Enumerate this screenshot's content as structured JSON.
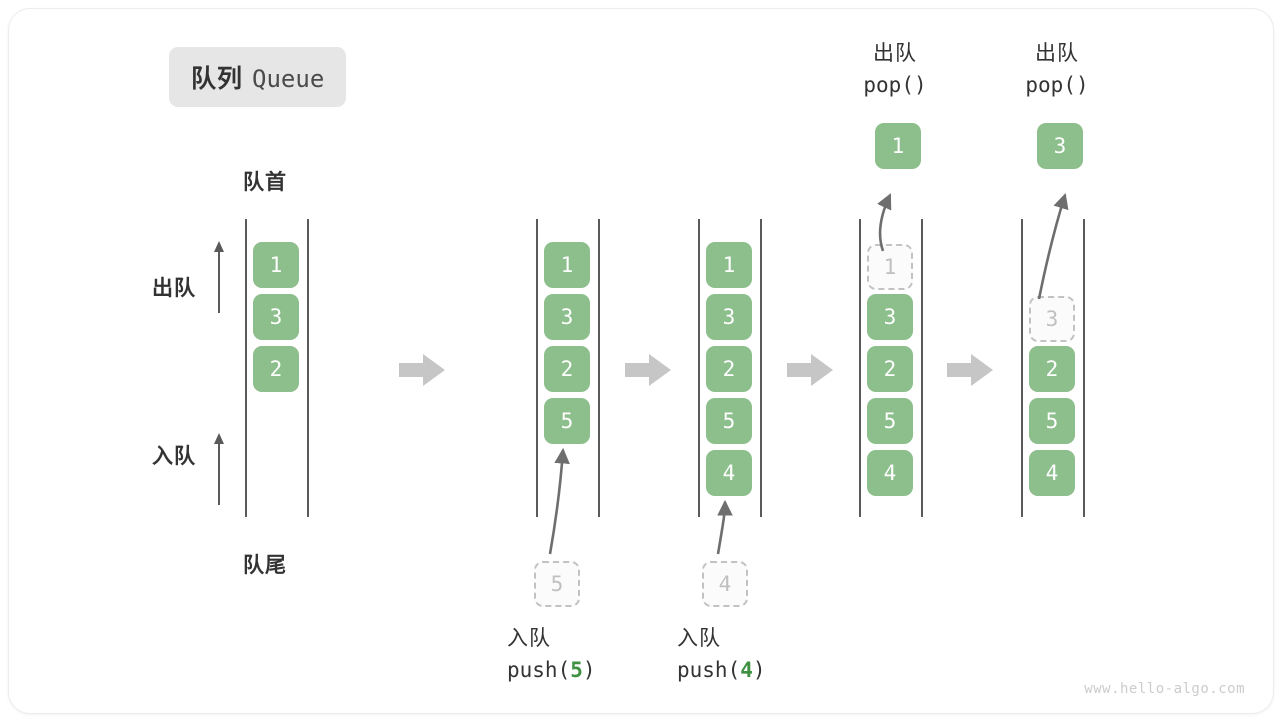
{
  "title": {
    "cn": "队列",
    "en": "Queue"
  },
  "labels": {
    "front": "队首",
    "rear": "队尾",
    "dequeue": "出队",
    "enqueue": "入队"
  },
  "watermark": "www.hello-algo.com",
  "colors": {
    "cell_fill": "#8cbf8c",
    "cell_text": "#ffffff",
    "ghost_border": "#c2c2c2",
    "ghost_text": "#c0c0c0",
    "rail": "#5a5a5a",
    "transition_arrow": "#c6c6c6",
    "badge_bg": "#e6e6e6",
    "accent_green": "#3f9142",
    "text": "#333333"
  },
  "columns": [
    {
      "name": "initial",
      "cells": [
        {
          "value": "1",
          "state": "filled"
        },
        {
          "value": "3",
          "state": "filled"
        },
        {
          "value": "2",
          "state": "filled"
        }
      ]
    },
    {
      "name": "after-push-5",
      "cells": [
        {
          "value": "1",
          "state": "filled"
        },
        {
          "value": "3",
          "state": "filled"
        },
        {
          "value": "2",
          "state": "filled"
        },
        {
          "value": "5",
          "state": "filled"
        }
      ]
    },
    {
      "name": "after-push-4",
      "cells": [
        {
          "value": "1",
          "state": "filled"
        },
        {
          "value": "3",
          "state": "filled"
        },
        {
          "value": "2",
          "state": "filled"
        },
        {
          "value": "5",
          "state": "filled"
        },
        {
          "value": "4",
          "state": "filled"
        }
      ]
    },
    {
      "name": "pop-1",
      "cells": [
        {
          "value": "1",
          "state": "ghost"
        },
        {
          "value": "3",
          "state": "filled"
        },
        {
          "value": "2",
          "state": "filled"
        },
        {
          "value": "5",
          "state": "filled"
        },
        {
          "value": "4",
          "state": "filled"
        }
      ]
    },
    {
      "name": "pop-3",
      "cells": [
        {
          "value": "",
          "state": "empty"
        },
        {
          "value": "3",
          "state": "ghost"
        },
        {
          "value": "2",
          "state": "filled"
        },
        {
          "value": "5",
          "state": "filled"
        },
        {
          "value": "4",
          "state": "filled"
        }
      ]
    }
  ],
  "push_ops": [
    {
      "cn": "入队",
      "fn": "push(",
      "arg": "5",
      "close": ")",
      "ghost": "5"
    },
    {
      "cn": "入队",
      "fn": "push(",
      "arg": "4",
      "close": ")",
      "ghost": "4"
    }
  ],
  "pop_ops": [
    {
      "cn": "出队",
      "code": "pop()",
      "popped": "1"
    },
    {
      "cn": "出队",
      "code": "pop()",
      "popped": "3"
    }
  ]
}
